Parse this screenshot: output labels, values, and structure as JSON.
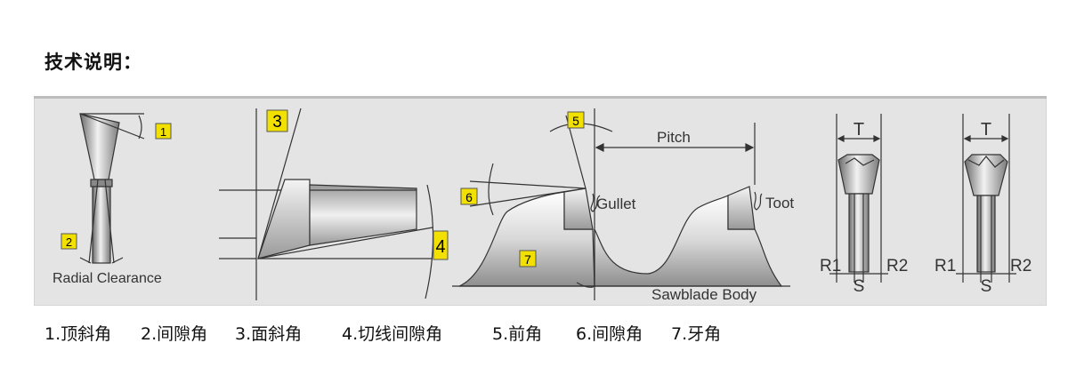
{
  "heading": "技术说明：",
  "diagram": {
    "markers": [
      "1",
      "2",
      "3",
      "4",
      "5",
      "6",
      "7"
    ],
    "labels": {
      "radial_clearance": "Radial Clearance",
      "pitch": "Pitch",
      "gullet": "Gullet",
      "tooth": "Toot",
      "sawblade_body": "Sawblade Body",
      "t": "T",
      "r1": "R1",
      "r2": "R2",
      "s": "S"
    }
  },
  "legend": [
    "1.顶斜角",
    "2.间隙角",
    "3.面斜角",
    "4.切线间隙角",
    "5.前角",
    "6.间隙角",
    "7.牙角"
  ],
  "colors": {
    "panel_bg": "#e4e4e4",
    "marker_bg": "#f2e100",
    "line": "#333333"
  }
}
